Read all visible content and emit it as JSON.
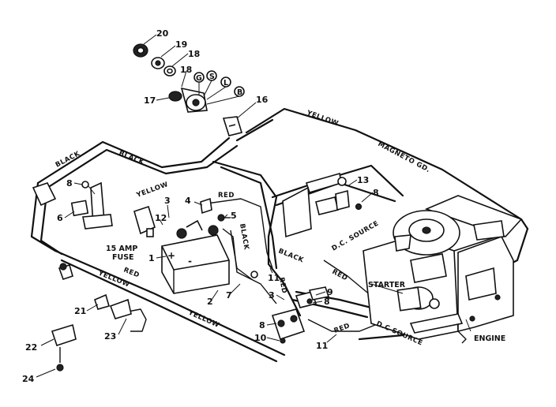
{
  "callouts": {
    "c20": "20",
    "c19": "19",
    "c18a": "18",
    "c18b": "18",
    "c17": "17",
    "c16": "16",
    "c13": "13",
    "c8a": "8",
    "c8b": "8",
    "c8c": "8",
    "c8d": "8",
    "c6a": "6",
    "c3a": "3",
    "c4": "4",
    "c5": "5",
    "c12": "12",
    "c1": "1",
    "c7": "7",
    "c2": "2",
    "c11a": "11",
    "c11b": "11",
    "c3b": "3",
    "c9": "9",
    "c10": "10",
    "c21": "21",
    "c22": "22",
    "c23": "23",
    "c24": "24"
  },
  "terminals": {
    "g": "G",
    "s": "S",
    "l": "L",
    "b": "B"
  },
  "wire_labels": {
    "black1": "BLACK",
    "black2": "BLACK",
    "yellow_top": "YELLOW",
    "yellow_left": "YELLOW",
    "red_top": "RED",
    "black_battery": "BLACK",
    "magneto": "MAGNETO GD.",
    "dc_source_top": "D.C. SOURCE",
    "black_mid": "BLACK",
    "red_right": "RED",
    "yellow_lower_left": "YELLOW",
    "red_lower": "RED",
    "yellow_bottom": "YELLOW",
    "red_mid": "RED",
    "red_small": "RED",
    "dc_source_bottom": "D.C SOURCE"
  },
  "component_labels": {
    "fuse_line1": "15 AMP",
    "fuse_line2": "FUSE",
    "battery_plus": "+",
    "battery_minus": "-",
    "starter": "STARTER",
    "engine": "ENGINE"
  }
}
